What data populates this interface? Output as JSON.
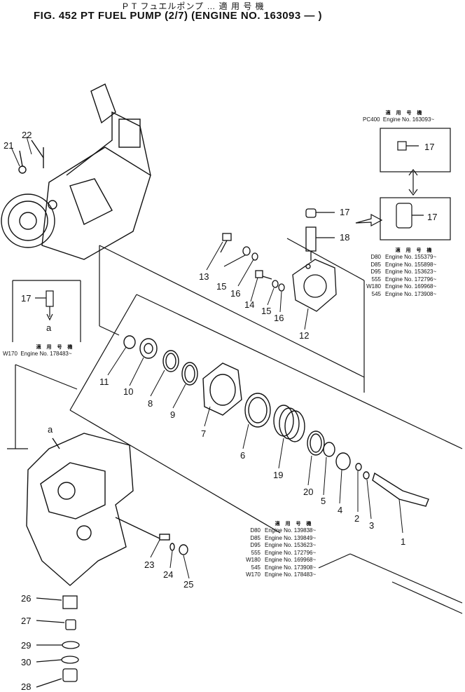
{
  "title_line1": "P T フュエルポンプ  …        適  用  号  機",
  "title_line2": "FIG. 452  PT FUEL PUMP (2/7)  (ENGINE NO. 163093 —  )",
  "callouts": [
    "1",
    "2",
    "3",
    "4",
    "5",
    "6",
    "7",
    "8",
    "9",
    "10",
    "11",
    "12",
    "13",
    "14",
    "15",
    "15",
    "16",
    "16",
    "17",
    "17",
    "17",
    "17",
    "18",
    "19",
    "20",
    "21",
    "22",
    "23",
    "24",
    "25",
    "26",
    "27",
    "28",
    "29",
    "30"
  ],
  "sub_label_a": "a",
  "block_pc400": {
    "heading": "適 用 号 機",
    "lines": [
      "PC400  Engine No. 163093~"
    ]
  },
  "block_w170": {
    "heading": "適 用 号 機",
    "lines": [
      "W170  Engine No. 178483~"
    ]
  },
  "block_right": {
    "heading": "適 用 号 機",
    "rows": [
      {
        "model": "D80",
        "text": "Engine No. 155379~"
      },
      {
        "model": "D85",
        "text": "Engine No. 155898~"
      },
      {
        "model": "D95",
        "text": "Engine No. 153623~"
      },
      {
        "model": "555",
        "text": "Engine No. 172796~"
      },
      {
        "model": "W180",
        "text": "Engine No. 169968~"
      },
      {
        "model": "545",
        "text": "Engine No. 173908~"
      }
    ]
  },
  "block_bottom": {
    "heading": "適 用 号 機",
    "rows": [
      {
        "model": "D80",
        "text": "Engine No. 139838~"
      },
      {
        "model": "D85",
        "text": "Engine No. 139849~"
      },
      {
        "model": "D95",
        "text": "Engine No. 153623~"
      },
      {
        "model": "555",
        "text": "Engine No. 172796~"
      },
      {
        "model": "W180",
        "text": "Engine No. 169968~"
      },
      {
        "model": "545",
        "text": "Engine No. 173908~"
      },
      {
        "model": "W170",
        "text": "Engine No. 178483~"
      }
    ]
  }
}
